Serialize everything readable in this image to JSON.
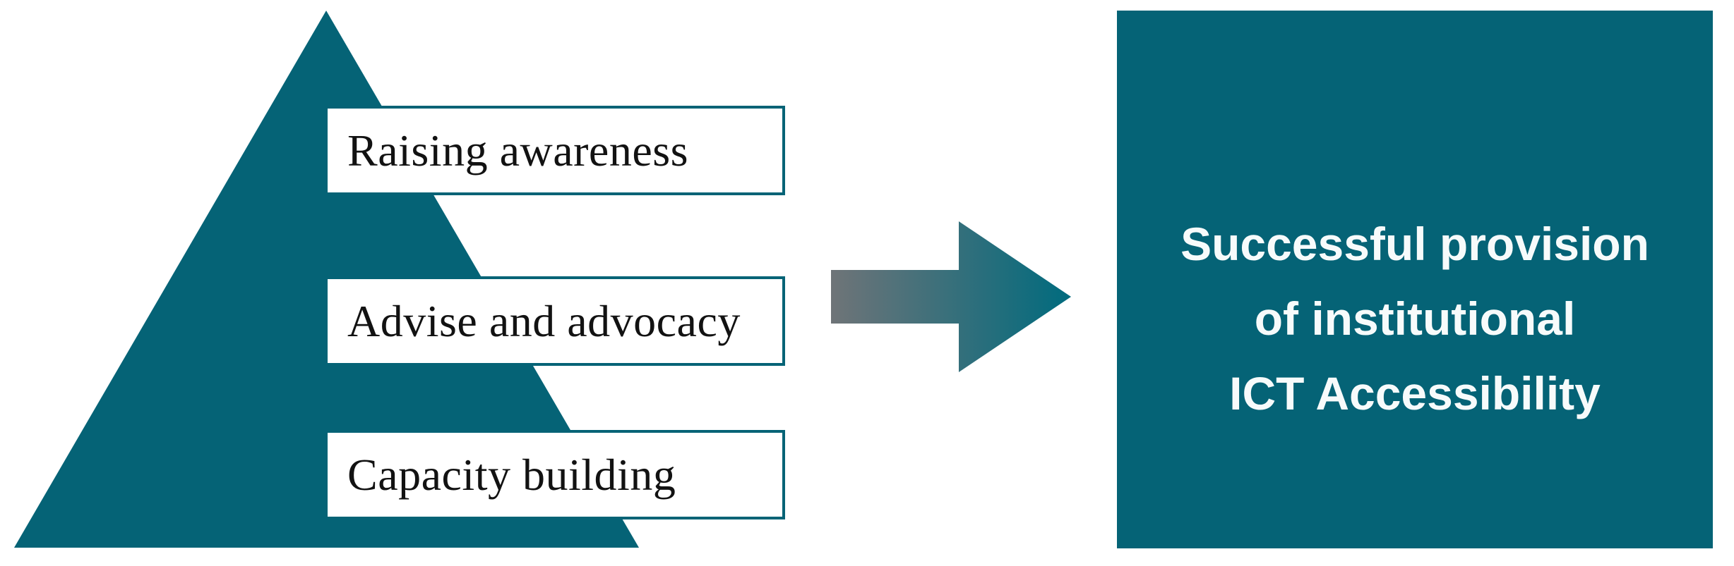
{
  "figure": {
    "pyramid": {
      "levels": [
        {
          "label": "Raising awareness"
        },
        {
          "label": "Advise and advocacy"
        },
        {
          "label": "Capacity building"
        }
      ]
    },
    "arrow": {
      "direction": "right"
    },
    "outcome": {
      "lines": [
        "Successful provision",
        "of institutional",
        "ICT Accessibility"
      ]
    },
    "colors": {
      "teal": "#056376",
      "arrow_gray_start": "#6f7478",
      "arrow_teal_end": "#006b7e",
      "label_text": "#121212",
      "outcome_text": "#f7fbfb",
      "background": "#ffffff"
    }
  }
}
